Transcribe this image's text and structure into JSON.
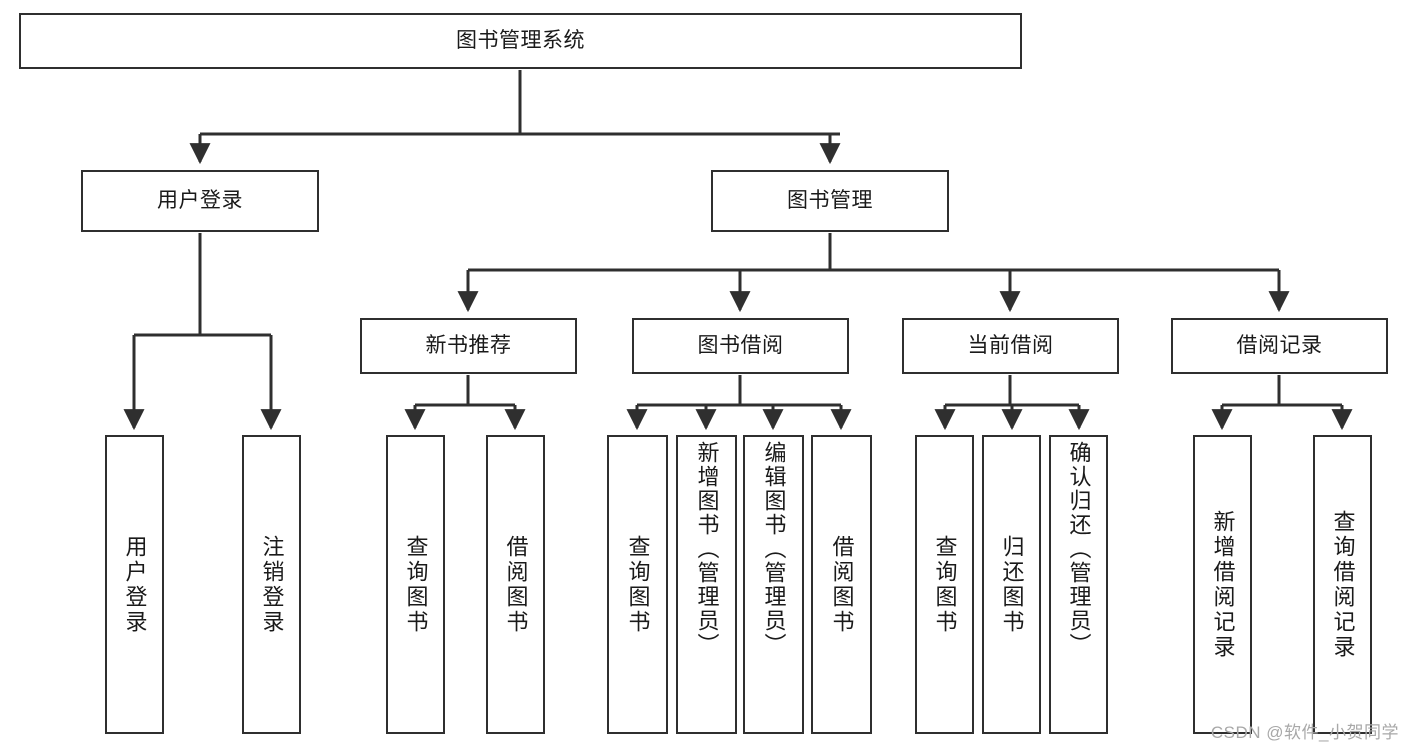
{
  "diagram": {
    "title": "图书管理系统",
    "type": "tree-hierarchy",
    "root": {
      "label": "图书管理系统"
    },
    "level1": [
      {
        "id": "user-login",
        "label": "用户登录"
      },
      {
        "id": "book-management",
        "label": "图书管理"
      }
    ],
    "level2": [
      {
        "id": "new-book-recommend",
        "label": "新书推荐",
        "parent": "book-management"
      },
      {
        "id": "book-borrow",
        "label": "图书借阅",
        "parent": "book-management"
      },
      {
        "id": "current-borrow",
        "label": "当前借阅",
        "parent": "book-management"
      },
      {
        "id": "borrow-record",
        "label": "借阅记录",
        "parent": "book-management"
      }
    ],
    "leaves": [
      {
        "id": "leaf-user-login",
        "label": "用户登录",
        "parent": "user-login"
      },
      {
        "id": "leaf-logout-login",
        "label": "注销登录",
        "parent": "user-login"
      },
      {
        "id": "leaf-query-book-1",
        "label": "查询图书",
        "parent": "new-book-recommend"
      },
      {
        "id": "leaf-borrow-book-1",
        "label": "借阅图书",
        "parent": "new-book-recommend"
      },
      {
        "id": "leaf-query-book-2",
        "label": "查询图书",
        "parent": "book-borrow"
      },
      {
        "id": "leaf-add-book",
        "label": "新增图书（管理员）",
        "parent": "book-borrow"
      },
      {
        "id": "leaf-edit-book",
        "label": "编辑图书（管理员）",
        "parent": "book-borrow"
      },
      {
        "id": "leaf-borrow-book-2",
        "label": "借阅图书",
        "parent": "book-borrow"
      },
      {
        "id": "leaf-query-book-3",
        "label": "查询图书",
        "parent": "current-borrow"
      },
      {
        "id": "leaf-return-book",
        "label": "归还图书",
        "parent": "current-borrow"
      },
      {
        "id": "leaf-confirm-return",
        "label": "确认归还（管理员）",
        "parent": "current-borrow"
      },
      {
        "id": "leaf-add-record",
        "label": "新增借阅记录",
        "parent": "borrow-record"
      },
      {
        "id": "leaf-query-record",
        "label": "查询借阅记录",
        "parent": "borrow-record"
      }
    ],
    "colors": {
      "stroke": "#2f2f2f",
      "fill": "#ffffff",
      "text": "#1a1a1a",
      "watermark": "#a8a8a8"
    }
  },
  "watermark": {
    "text": "CSDN @软件_小贺同学"
  }
}
